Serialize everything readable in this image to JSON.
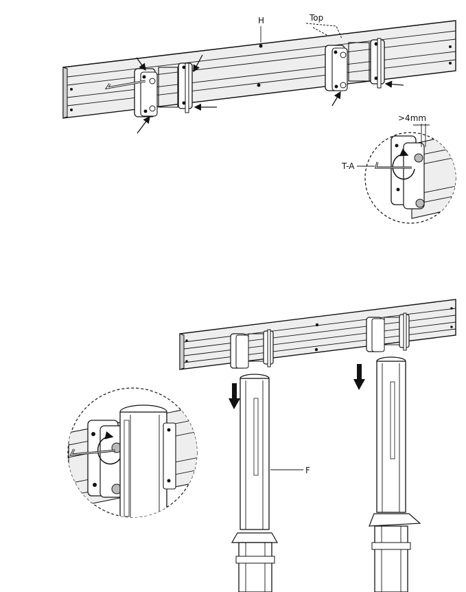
{
  "labels": {
    "rail": "H",
    "top": "Top",
    "gap": ">4mm",
    "tool": "T-A",
    "column": "F"
  },
  "colors": {
    "ink": "#111111",
    "rail_fill": "#eeeeee",
    "rail_shade": "#cfcfcf",
    "bracket_fill": "#ffffff"
  },
  "icons": [
    "arrow-down-icon",
    "hex-key-icon",
    "bolt-icon"
  ]
}
